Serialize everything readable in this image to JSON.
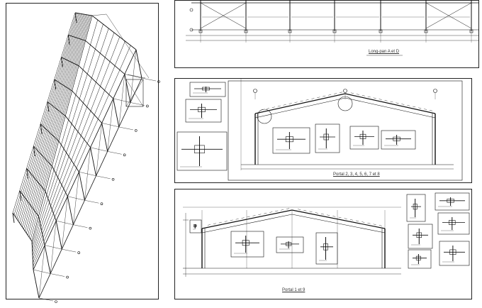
{
  "drawings": {
    "sheet_iso": {},
    "sheet_long": {
      "caption": "Long-pan A et D"
    },
    "sheet_portal_mid": {
      "caption": "Portal 2, 3, 4, 5, 6, 7 et 8"
    },
    "sheet_portal_end": {
      "caption": "Portal 1 et 9"
    }
  },
  "colors": {
    "ink": "#111111",
    "paper": "#ffffff",
    "frame": "#222222"
  }
}
